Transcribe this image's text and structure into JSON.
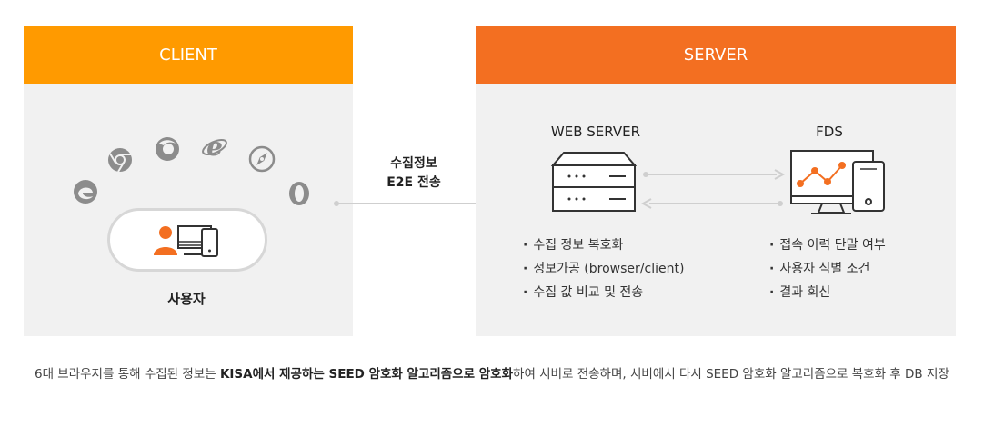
{
  "client": {
    "header": "CLIENT",
    "user_label": "사용자",
    "browser_icons": [
      "edge-icon",
      "chrome-icon",
      "firefox-icon",
      "ie-icon",
      "safari-icon",
      "opera-icon"
    ],
    "user_icon": "user-device-icon"
  },
  "transfer": {
    "line1": "수집정보",
    "line2": "E2E 전송"
  },
  "server": {
    "header": "SERVER",
    "web_server": {
      "title": "WEB SERVER",
      "items": [
        "수집 정보 복호화",
        "정보가공 (browser/client)",
        "수집 값 비교 및 전송"
      ]
    },
    "fds": {
      "title": "FDS",
      "items": [
        "접속 이력 단말 여부",
        "사용자 식별 조건",
        "결과 회신"
      ]
    }
  },
  "caption": {
    "part1": "6대 브라우저를 통해 수집된 정보는 ",
    "bold1": "KISA에서 제공하는 SEED 암호화 알고리즘으로 암호화",
    "part2": "하여 서버로 전송하며, 서버에서 다시 SEED 암호화 알고리즘으로 복호화 후 DB 저장"
  },
  "colors": {
    "client_accent": "#ff9a00",
    "server_accent": "#f36f21",
    "icon_gray": "#8c8c8c",
    "person_orange": "#f36f21"
  }
}
